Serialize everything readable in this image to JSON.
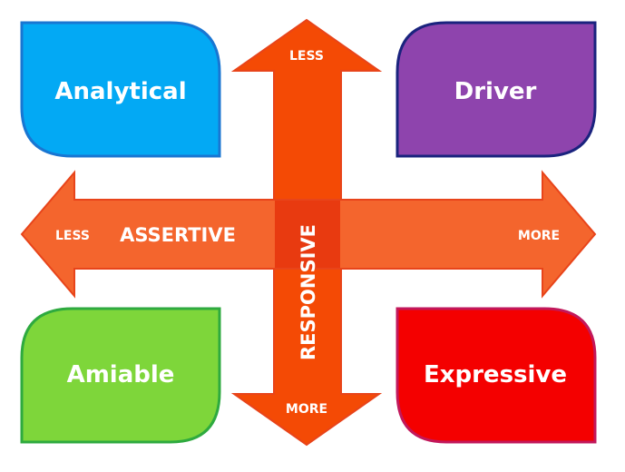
{
  "quadrants": {
    "analytical": {
      "label": "Analytical",
      "fill": "#03A9F4",
      "stroke": "#1976D2"
    },
    "driver": {
      "label": "Driver",
      "fill": "#8E44AD",
      "stroke": "#1A237E"
    },
    "amiable": {
      "label": "Amiable",
      "fill": "#7ED63A",
      "stroke": "#2EAA3F"
    },
    "expressive": {
      "label": "Expressive",
      "fill": "#F40000",
      "stroke": "#C2185B"
    }
  },
  "axes": {
    "horizontal": {
      "label": "ASSERTIVE",
      "less_label": "LESS",
      "more_label": "MORE",
      "fill": "#F4652D",
      "stroke": "#E8441A"
    },
    "vertical": {
      "label": "RESPONSIVE",
      "less_label": "LESS",
      "more_label": "MORE",
      "fill": "#F44A05",
      "stroke": "#E8441A"
    },
    "overlap_fill": "#E83A10"
  }
}
